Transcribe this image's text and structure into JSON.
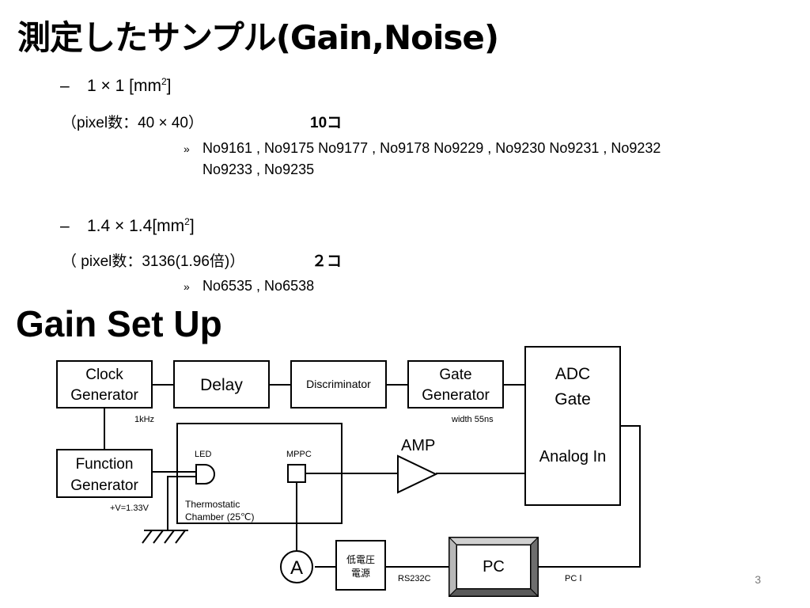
{
  "title": "測定したサンプル(Gain,Noise)",
  "sample1": {
    "dash": "–",
    "size_text": "1 × 1 [mm",
    "size_sup": "2",
    "size_close": "]",
    "pixel_text": "（pixel数：40 × 40）",
    "count": "10コ",
    "bullet": "»",
    "list_line1": "No9161 , No9175 No9177 , No9178 No9229 , No9230 No9231 , No9232",
    "list_line2": "No9233 , No9235"
  },
  "sample2": {
    "dash": "–",
    "size_text": "1.4 × 1.4[mm",
    "size_sup": "2",
    "size_close": "]",
    "pixel_text": "（ pixel数：3136(1.96倍)）",
    "count": "２コ",
    "bullet": "»",
    "list_line1": "No6535 , No6538"
  },
  "setup_title": "Gain Set Up",
  "diagram": {
    "clock_generator": [
      "Clock",
      "Generator"
    ],
    "delay": "Delay",
    "discriminator": "Discriminator",
    "gate_generator": [
      "Gate",
      "Generator"
    ],
    "adc": [
      "ADC",
      "Gate",
      "Analog In"
    ],
    "freq_label": "1kHz",
    "width_label": "width  55ns",
    "function_generator": [
      "Function",
      "Generator"
    ],
    "voltage_label": "+V=1.33V",
    "led_label": "LED",
    "mppc_label": "MPPC",
    "chamber_label": [
      "Thermostatic",
      "Chamber (25℃)"
    ],
    "amp_label": "AMP",
    "ammeter_label": "A",
    "power_supply": [
      "低電圧",
      "電源"
    ],
    "rs232c_label": "RS232C",
    "pc_label": "PC",
    "pci_label": "PC Ⅰ"
  },
  "page_number": "3"
}
